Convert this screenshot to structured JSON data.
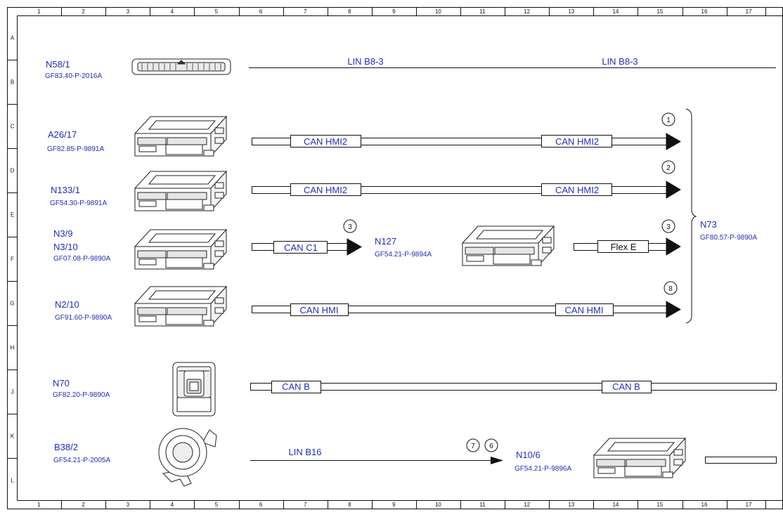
{
  "grid": {
    "columns": [
      "1",
      "2",
      "3",
      "4",
      "5",
      "6",
      "7",
      "8",
      "9",
      "10",
      "11",
      "12",
      "13",
      "14",
      "15",
      "16",
      "17"
    ],
    "rows": [
      "A",
      "B",
      "C",
      "D",
      "E",
      "F",
      "G",
      "H",
      "J",
      "K",
      "L"
    ]
  },
  "components": {
    "n58_1": {
      "id": "N58/1",
      "ref": "GF83.40-P-2016A"
    },
    "a26_17": {
      "id": "A26/17",
      "ref": "GF82.85-P-9891A"
    },
    "n133_1": {
      "id": "N133/1",
      "ref": "GF54.30-P-9891A"
    },
    "n3_9": {
      "id": "N3/9",
      "id2": "N3/10",
      "ref": "GF07.08-P-9890A"
    },
    "n2_10": {
      "id": "N2/10",
      "ref": "GF91.60-P-9890A"
    },
    "n70": {
      "id": "N70",
      "ref": "GF82.20-P-9890A"
    },
    "b38_2": {
      "id": "B38/2",
      "ref": "GF54.21-P-2005A"
    },
    "n127": {
      "id": "N127",
      "ref": "GF54.21-P-9894A"
    },
    "n10_6": {
      "id": "N10/6",
      "ref": "GF54.21-P-9896A"
    },
    "n73": {
      "id": "N73",
      "ref": "GF80.57-P-9890A"
    }
  },
  "buses": {
    "lin_b8_3": "LIN B8-3",
    "can_hmi2": "CAN HMI2",
    "can_c1": "CAN C1",
    "flex_e": "Flex E",
    "can_hmi": "CAN HMI",
    "can_b": "CAN B",
    "lin_b16": "LIN B16"
  },
  "nodes": {
    "c1": "1",
    "c2": "2",
    "c3a": "3",
    "c3b": "3",
    "c8": "8",
    "c7": "7",
    "c6": "6"
  }
}
